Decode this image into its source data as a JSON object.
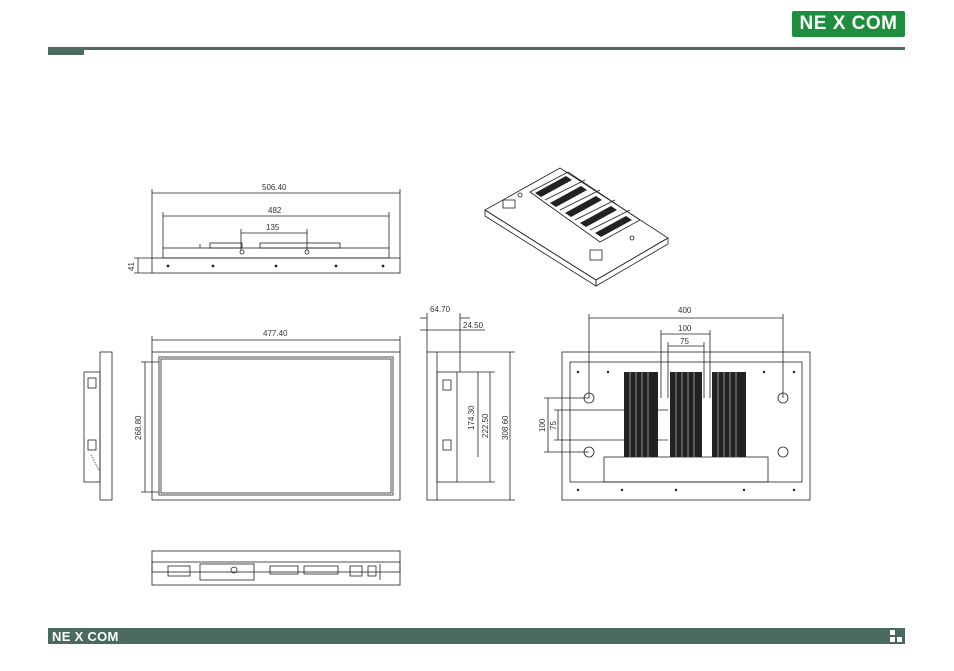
{
  "brand": {
    "logo_text": "NE X COM",
    "footer_logo_text": "NE X COM",
    "logo_color": "#1e8e3e",
    "bar_color": "#4e6b62"
  },
  "dimensions": {
    "top_overall_width": "506.40",
    "top_inner_width": "482",
    "top_port_span": "135",
    "top_depth": "41",
    "front_width": "477.40",
    "front_height": "268.80",
    "side_depth_total": "64.70",
    "side_depth_partial": "24.50",
    "side_height_a": "174.30",
    "side_height_b": "222.50",
    "side_height_c": "308.60",
    "rear_vesa_outer": "400",
    "rear_vesa_mid": "100",
    "rear_vesa_inner": "75",
    "rear_vert_100": "100",
    "rear_vert_75": "75"
  }
}
